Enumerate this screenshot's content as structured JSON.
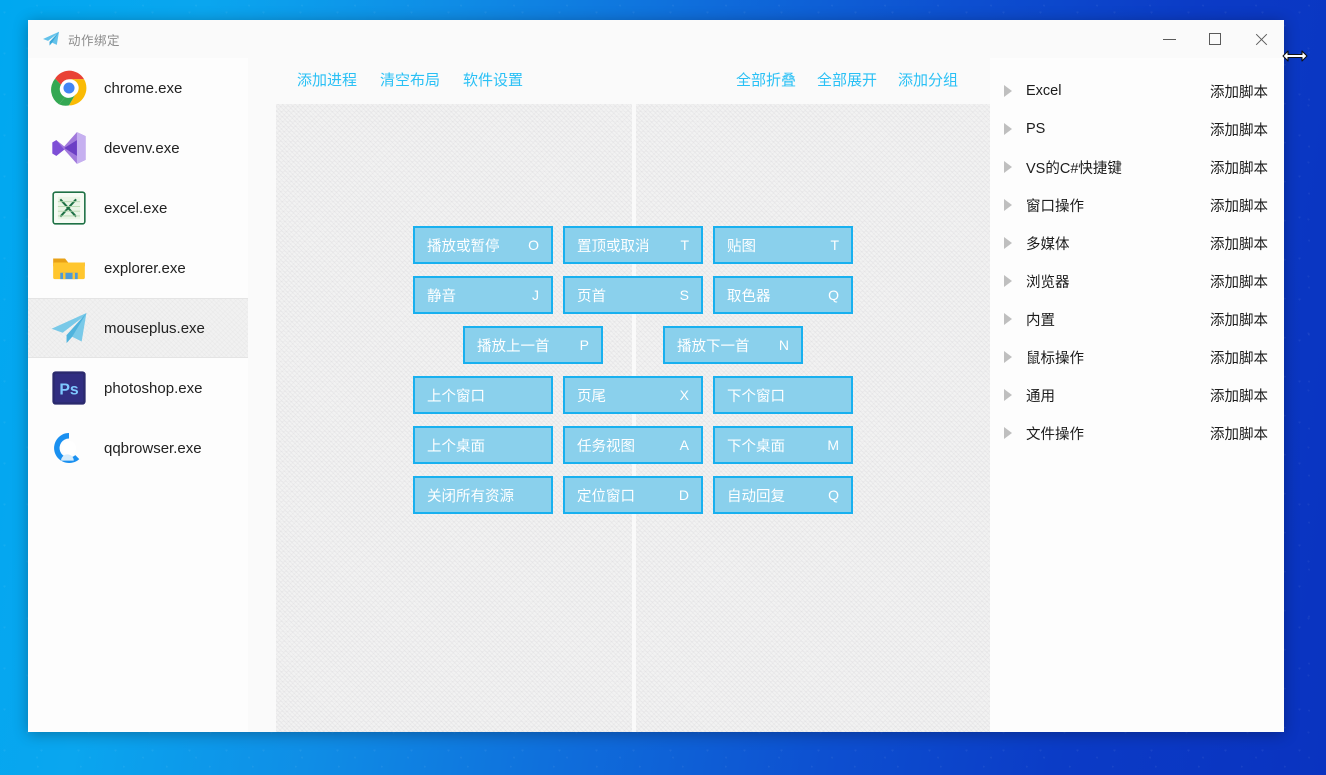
{
  "window": {
    "title": "动作绑定",
    "title_icon": "paper-plane-icon",
    "controls": {
      "minimize": "minimize-icon",
      "maximize": "maximize-icon",
      "close": "close-icon"
    }
  },
  "sidebar": {
    "items": [
      {
        "label": "chrome.exe",
        "icon": "chrome-icon",
        "selected": false
      },
      {
        "label": "devenv.exe",
        "icon": "visualstudio-icon",
        "selected": false
      },
      {
        "label": "excel.exe",
        "icon": "excel-icon",
        "selected": false
      },
      {
        "label": "explorer.exe",
        "icon": "folder-icon",
        "selected": false
      },
      {
        "label": "mouseplus.exe",
        "icon": "paper-plane-icon",
        "selected": true
      },
      {
        "label": "photoshop.exe",
        "icon": "photoshop-icon",
        "selected": false
      },
      {
        "label": "qqbrowser.exe",
        "icon": "qqbrowser-icon",
        "selected": false
      }
    ]
  },
  "toolbar": {
    "left": [
      {
        "label": "添加进程",
        "name": "add-process-link"
      },
      {
        "label": "清空布局",
        "name": "clear-layout-link"
      },
      {
        "label": "软件设置",
        "name": "software-settings-link"
      }
    ],
    "right": [
      {
        "label": "全部折叠",
        "name": "collapse-all-link"
      },
      {
        "label": "全部展开",
        "name": "expand-all-link"
      },
      {
        "label": "添加分组",
        "name": "add-group-link"
      }
    ]
  },
  "canvas": {
    "buttons": [
      {
        "name": "播放或暂停",
        "key": "O",
        "col": 0,
        "row": 0
      },
      {
        "name": "置顶或取消",
        "key": "T",
        "col": 1,
        "row": 0
      },
      {
        "name": "贴图",
        "key": "T",
        "col": 2,
        "row": 0
      },
      {
        "name": "静音",
        "key": "J",
        "col": 0,
        "row": 1
      },
      {
        "name": "页首",
        "key": "S",
        "col": 1,
        "row": 1
      },
      {
        "name": "取色器",
        "key": "Q",
        "col": 2,
        "row": 1
      },
      {
        "name": "播放上一首",
        "key": "P",
        "col": 0.35,
        "row": 2
      },
      {
        "name": "播放下一首",
        "key": "N",
        "col": 1.75,
        "row": 2
      },
      {
        "name": "上个窗口",
        "key": "",
        "col": 0,
        "row": 3
      },
      {
        "name": "页尾",
        "key": "X",
        "col": 1,
        "row": 3
      },
      {
        "name": "下个窗口",
        "key": "",
        "col": 2,
        "row": 3
      },
      {
        "name": "上个桌面",
        "key": "",
        "col": 0,
        "row": 4
      },
      {
        "name": "任务视图",
        "key": "A",
        "col": 1,
        "row": 4
      },
      {
        "name": "下个桌面",
        "key": "M",
        "col": 2,
        "row": 4
      },
      {
        "name": "关闭所有资源",
        "key": "",
        "col": 0,
        "row": 5
      },
      {
        "name": "定位窗口",
        "key": "D",
        "col": 1,
        "row": 5
      },
      {
        "name": "自动回复",
        "key": "Q",
        "col": 2,
        "row": 5
      }
    ]
  },
  "groups": {
    "action_label": "添加脚本",
    "items": [
      {
        "label": "Excel"
      },
      {
        "label": "PS"
      },
      {
        "label": "VS的C#快捷键"
      },
      {
        "label": "窗口操作"
      },
      {
        "label": "多媒体"
      },
      {
        "label": "浏览器"
      },
      {
        "label": "内置"
      },
      {
        "label": "鼠标操作"
      },
      {
        "label": "通用"
      },
      {
        "label": "文件操作"
      }
    ]
  },
  "colors": {
    "accent_link": "#29c0f5",
    "button_fill": "#8ad0ec",
    "button_border": "#18b0ef",
    "panel_bg": "#f2f2f2",
    "desktop_blue": "#0d4fd0"
  }
}
